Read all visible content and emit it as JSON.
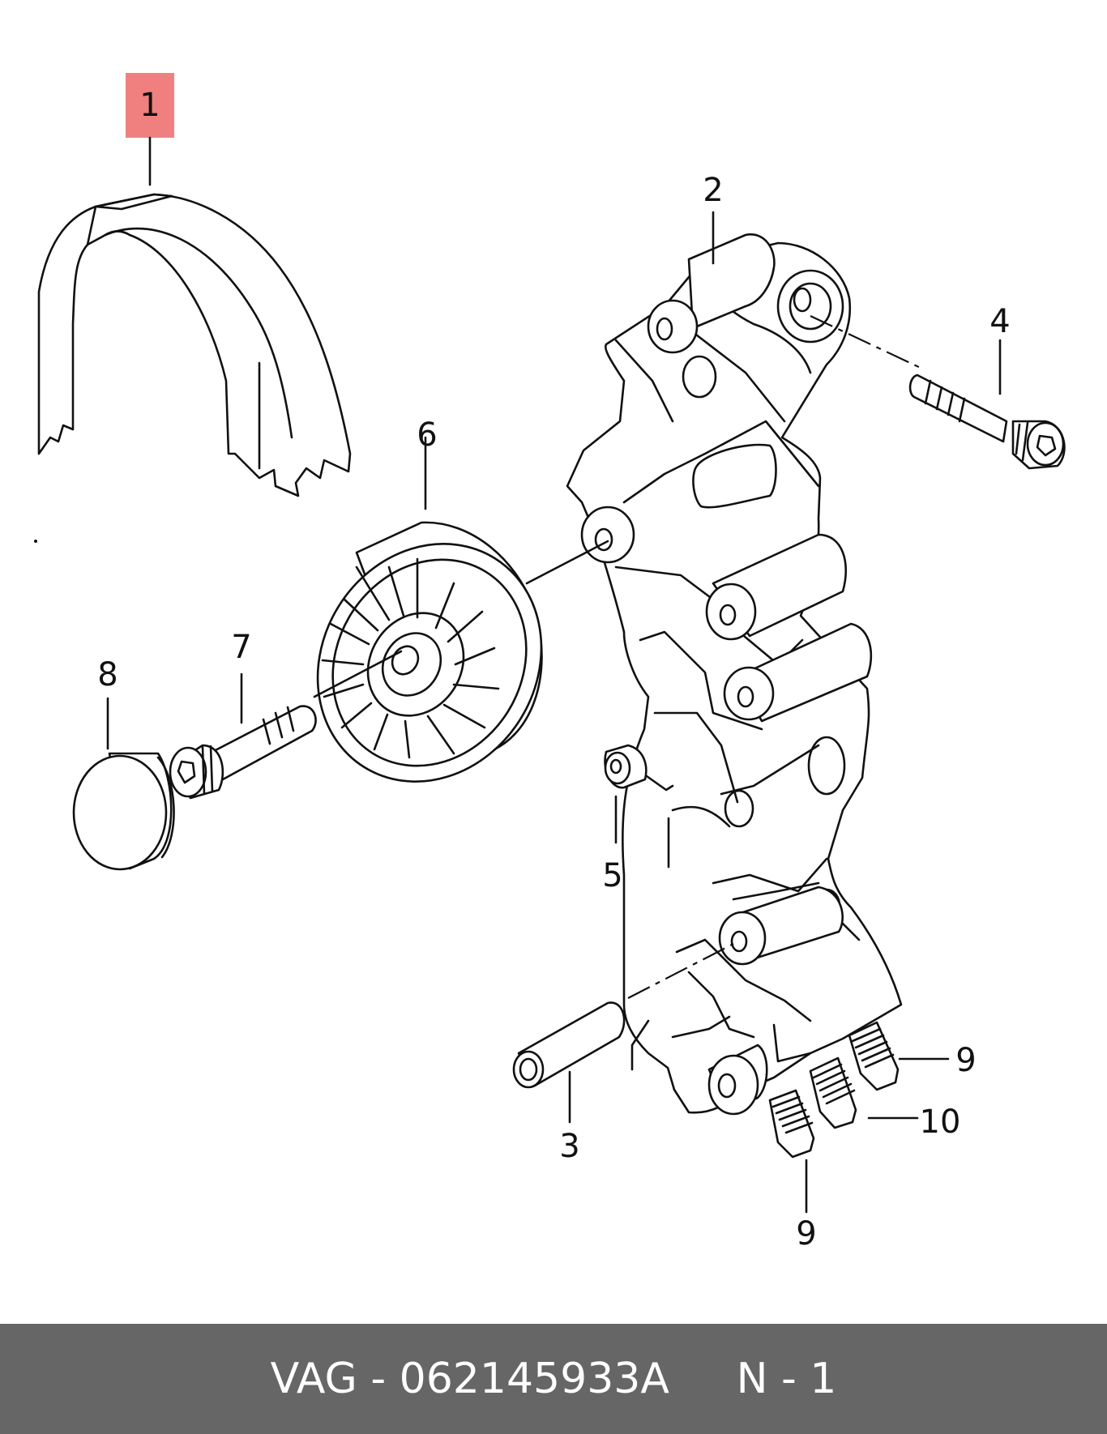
{
  "footer": {
    "text": "VAG - 062145933A     N - 1",
    "background": "#666666"
  },
  "highlight_color": "#f08080",
  "parts": [
    {
      "id": "belt",
      "label": "1",
      "highlighted": true
    },
    {
      "id": "bracket",
      "label": "2"
    },
    {
      "id": "dowel-sleeve",
      "label": "3"
    },
    {
      "id": "bolt-upper",
      "label": "4"
    },
    {
      "id": "bushing",
      "label": "5"
    },
    {
      "id": "tensioner-pulley",
      "label": "6"
    },
    {
      "id": "pulley-bolt",
      "label": "7"
    },
    {
      "id": "cap",
      "label": "8"
    },
    {
      "id": "stud-right",
      "label": "9"
    },
    {
      "id": "stud-middle",
      "label": "10"
    },
    {
      "id": "stud-lower",
      "label": "9"
    }
  ]
}
